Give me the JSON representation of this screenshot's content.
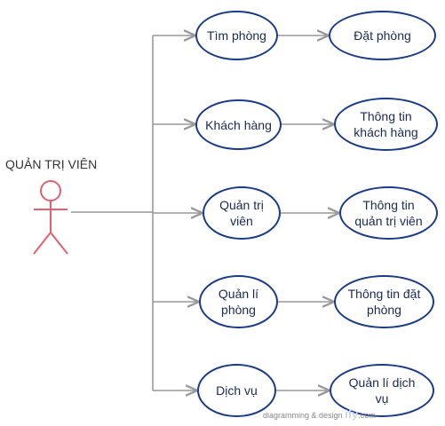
{
  "actor": {
    "label": "QUẢN TRỊ VIÊN"
  },
  "use_cases": {
    "tim_phong": "Tìm phòng",
    "khach_hang": "Khách hàng",
    "quan_tri_vien": "Quản trị viên",
    "quan_li_phong": "Quản lí phòng",
    "dich_vu": "Dịch vụ"
  },
  "extensions": {
    "dat_phong": "Đặt phòng",
    "thong_tin_khach_hang": "Thông tin khách hàng",
    "thong_tin_quan_tri_vien": "Thông tin quản trị viên",
    "thong_tin_dat_phong": "Thông tin đặt phòng",
    "quan_li_dich_vu": "Quản lí dịch vụ"
  },
  "watermark": {
    "text": "diagramming & design",
    "brand": "ify",
    "domain": ".com"
  },
  "colors": {
    "ellipse_border": "#1a3a8a",
    "connector": "#999999",
    "actor": "#e06070",
    "text": "#1a2a55"
  }
}
